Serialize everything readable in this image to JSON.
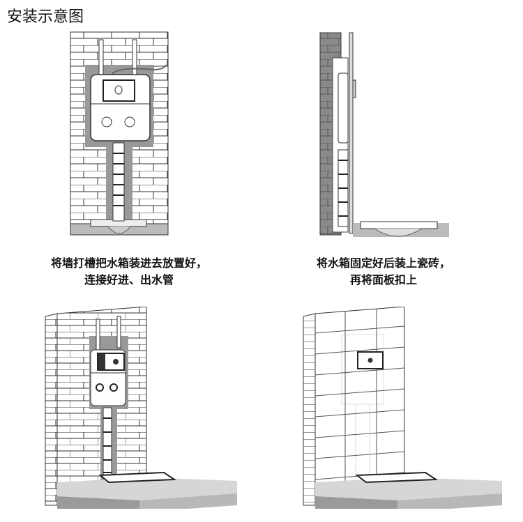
{
  "title": "安装示意图",
  "steps": [
    {
      "id": 1,
      "view": "front-view-wall-groove",
      "caption_line1": "将墙打槽把水箱装进去放置好，",
      "caption_line2": "连接好进、出水管"
    },
    {
      "id": 2,
      "view": "side-section-view",
      "caption_line1": "将水箱固定好后装上瓷砖，",
      "caption_line2": "再将面板扣上"
    },
    {
      "id": 3,
      "view": "perspective-tank-installed",
      "caption_line1": "",
      "caption_line2": ""
    },
    {
      "id": 4,
      "view": "perspective-tiled-with-panel",
      "caption_line1": "",
      "caption_line2": ""
    }
  ],
  "colors": {
    "brick_line": "#333333",
    "groove_gray": "#8c8c8c",
    "floor_light": "#d0d0d0",
    "floor_dark": "#9a9a9a",
    "tile_line": "#555555",
    "ghost_line": "#cccccc"
  }
}
